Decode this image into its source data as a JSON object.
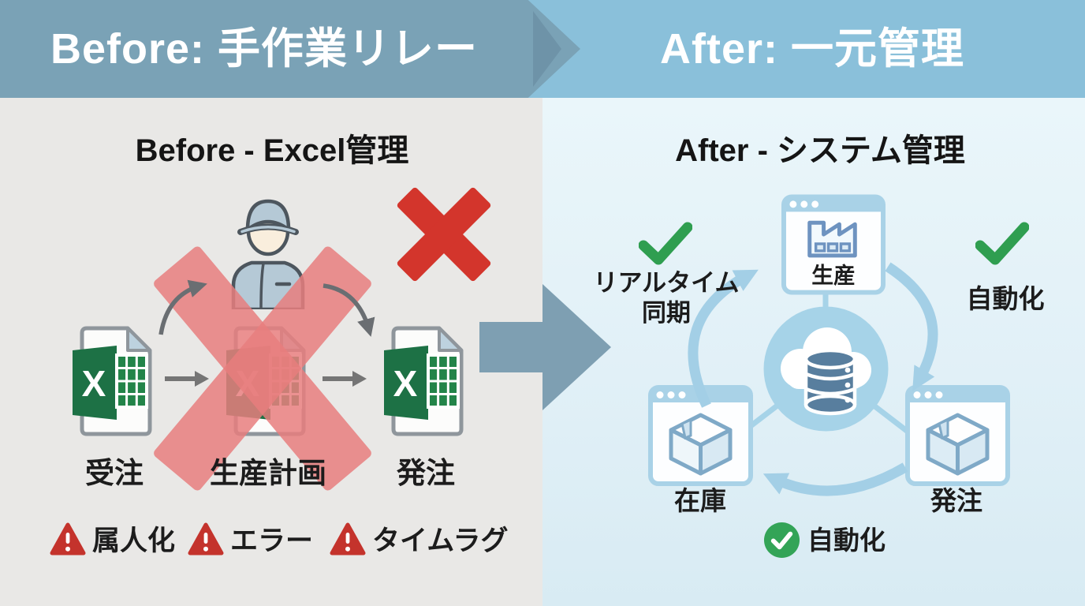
{
  "header": {
    "before": {
      "label": "Before: 手作業リレー"
    },
    "after": {
      "label": "After: 一元管理"
    }
  },
  "before_panel": {
    "title": "Before - Excel管理",
    "excel_letter": "X",
    "files": [
      {
        "label": "受注"
      },
      {
        "label": "生産計画"
      },
      {
        "label": "発注"
      }
    ],
    "issues": [
      {
        "label": "属人化"
      },
      {
        "label": "エラー"
      },
      {
        "label": "タイムラグ"
      }
    ]
  },
  "after_panel": {
    "title": "After - システム管理",
    "modules": {
      "production": {
        "label": "生産"
      },
      "inventory": {
        "label": "在庫"
      },
      "ordering": {
        "label": "発注"
      }
    },
    "benefits": {
      "realtime_line1": "リアルタイム",
      "realtime_line2": "同期",
      "automation_right": "自動化",
      "automation_bottom": "自動化"
    }
  },
  "icons": {
    "worker-icon": "factory worker with cap",
    "excel-file-icon": "spreadsheet document",
    "cross-icon": "red X rejection mark",
    "warning-icon": "red triangle with exclamation",
    "arrow-right-icon": "gray relay arrow",
    "transition-arrow-icon": "large blue right arrow",
    "cloud-database-icon": "cloud with database cylinder",
    "browser-window-icon": "app window",
    "factory-icon": "production plant",
    "box-icon": "inventory package",
    "check-icon": "green checkmark",
    "circle-check-icon": "green circled checkmark",
    "sync-arc-icon": "circular sync arrows"
  },
  "colors": {
    "header_before_bg": "#7aa2b6",
    "header_after_bg": "#8ac0da",
    "panel_before_bg": "#e9e8e6",
    "panel_after_bg": "#e4f2f8",
    "transition_arrow": "#7e9fb2",
    "excel_green": "#1d7145",
    "excel_grid_green": "#238449",
    "cross_red": "#d3352c",
    "cross_pink": "#e87e7e",
    "warning_red": "#c4332c",
    "check_green": "#2f9e50",
    "system_blue": "#a6d3e8",
    "database_blue": "#587e9e",
    "factory_blue": "#6e93c0",
    "text_dark": "#1c1c1c"
  }
}
